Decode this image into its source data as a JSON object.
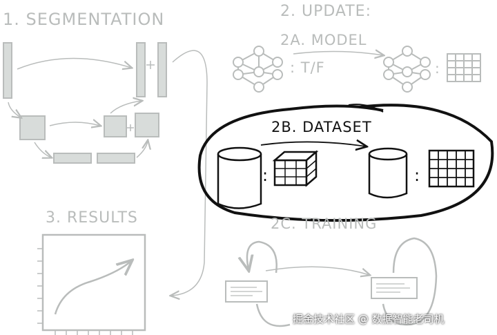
{
  "labels": {
    "segmentation": "1. SEGMENTATION",
    "update": "2. UPDATE:",
    "model": "2A. MODEL",
    "true_false": ": T/F",
    "dataset": "2B. DATASET",
    "training": "2C. TRAINING",
    "results": "3. RESULTS"
  },
  "watermark": "掘金技术社区 @ 数据智能老司机",
  "colors": {
    "faded_stroke": "#b9bcbb",
    "faded_fill": "#d8dcda",
    "ink": "#111111"
  }
}
